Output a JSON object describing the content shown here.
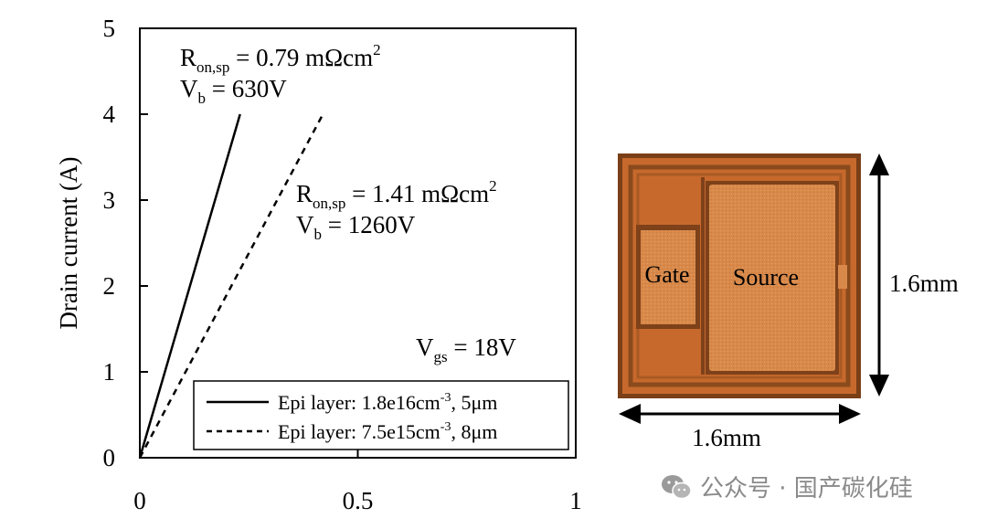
{
  "chart_data": {
    "type": "line",
    "ylabel": "Drain current (A)",
    "xlabel": "",
    "xlim": [
      0,
      1
    ],
    "ylim": [
      0,
      5
    ],
    "x_ticks": [
      "0",
      "0.5",
      "1"
    ],
    "y_ticks": [
      "0",
      "1",
      "2",
      "3",
      "4",
      "5"
    ],
    "series": [
      {
        "name": "Epi layer: 1.8e16cm-3, 5μm",
        "style": "solid",
        "x": [
          0,
          0.23
        ],
        "y": [
          0,
          4.0
        ]
      },
      {
        "name": "Epi layer: 7.5e15cm-3, 8μm",
        "style": "dashed",
        "x": [
          0,
          0.42
        ],
        "y": [
          0,
          4.0
        ]
      }
    ],
    "annotations": {
      "a1_line1": {
        "main": "R",
        "sub": "on,sp",
        "rest": " = 0.79 mΩcm",
        "sup": "2"
      },
      "a1_line2": {
        "main": "V",
        "sub": "b",
        "rest": " = 630V"
      },
      "a2_line1": {
        "main": "R",
        "sub": "on,sp",
        "rest": " = 1.41 mΩcm",
        "sup": "2"
      },
      "a2_line2": {
        "main": "V",
        "sub": "b",
        "rest": " = 1260V"
      },
      "vgs": {
        "main": "V",
        "sub": "gs",
        "rest": " = 18V"
      }
    },
    "legend": {
      "placement": "bottom-right",
      "entries": [
        {
          "pre": "Epi layer: 1.8e16cm",
          "sup": "-3",
          "post": ", 5μm",
          "style": "solid"
        },
        {
          "pre": "Epi layer: 7.5e15cm",
          "sup": "-3",
          "post": ", 8μm",
          "style": "dashed"
        }
      ]
    },
    "grid": false
  },
  "chip": {
    "gate_label": "Gate",
    "source_label": "Source",
    "width_label": "1.6mm",
    "height_label": "1.6mm",
    "colors": {
      "frame": "#8a4a1c",
      "die": "#c96a2c",
      "pad": "#d9904e"
    }
  },
  "watermark": {
    "text": "公众号 · 国产碳化硅"
  }
}
